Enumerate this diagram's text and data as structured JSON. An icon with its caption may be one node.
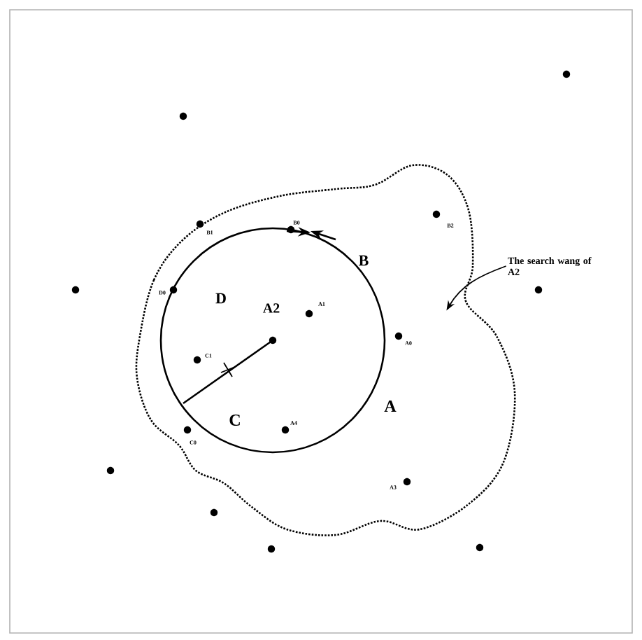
{
  "diagram": {
    "nodes": [
      {
        "text": [
          "The search wang of A2"
        ]
      },
      {
        "text": [],
        "shape": "cloud"
      }
    ],
    "edges": [
      {
        "from": 0,
        "to": 1,
        "arrow": "to"
      }
    ],
    "labels": [
      "B0",
      "B1",
      "B2",
      "D0",
      "B",
      "D",
      "A2",
      "A1",
      "A0",
      "C1",
      "C",
      "A4",
      "A",
      "C0",
      "A3"
    ]
  }
}
